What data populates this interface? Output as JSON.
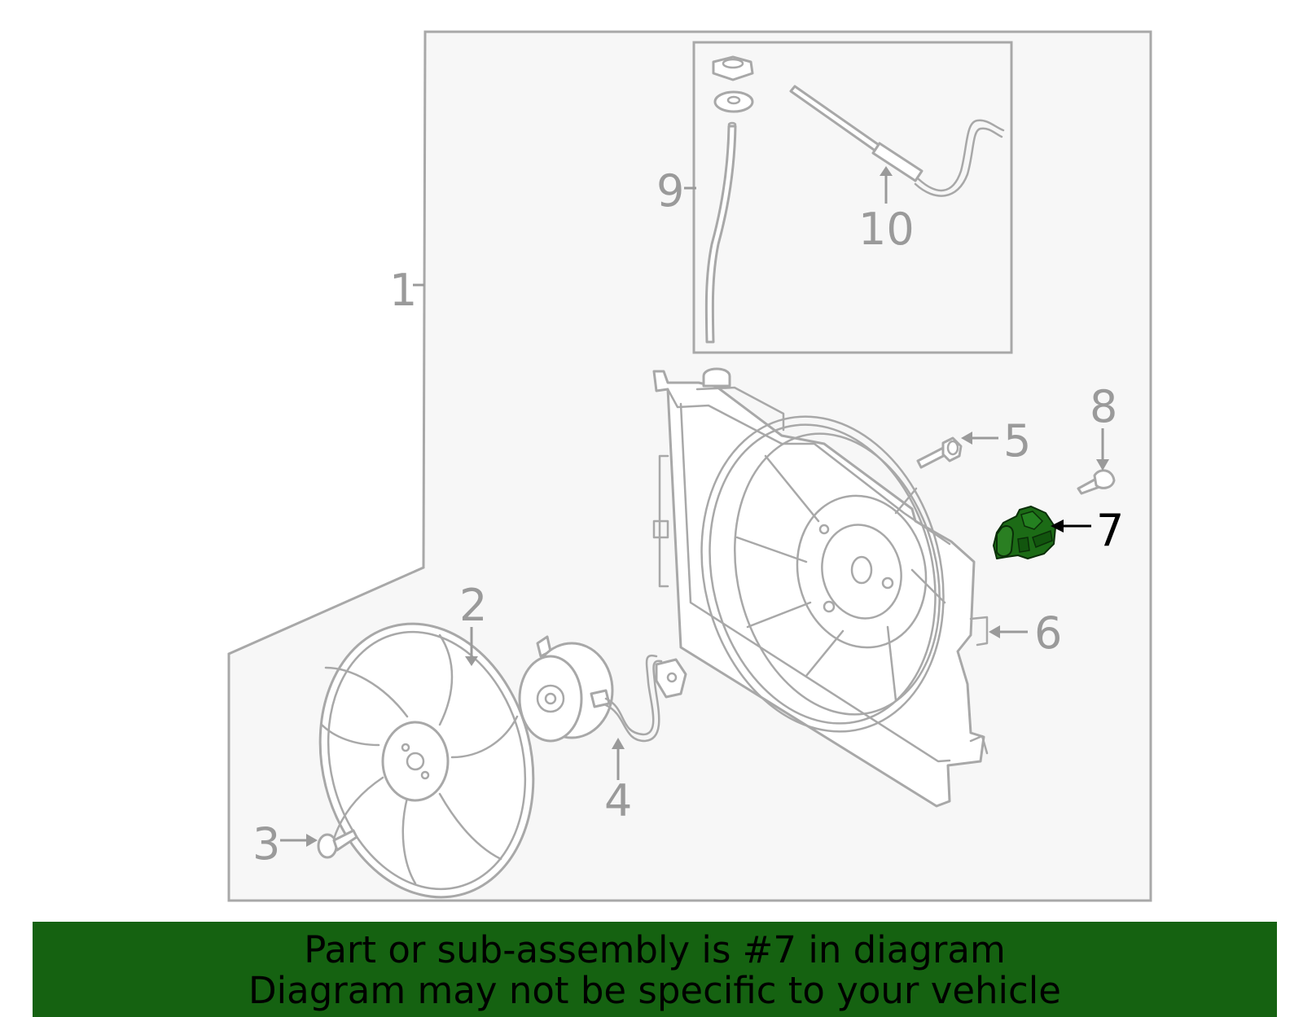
{
  "diagram": {
    "callouts": {
      "c1": "1",
      "c2": "2",
      "c3": "3",
      "c4": "4",
      "c5": "5",
      "c6": "6",
      "c7": "7",
      "c8": "8",
      "c9": "9",
      "c10": "10"
    },
    "highlighted_part": "7",
    "colors": {
      "outline": "#a8a8a8",
      "panel_fill": "#f7f7f7",
      "highlight_part": "#1c6b16",
      "banner_bg": "#156211",
      "banner_text": "#000000"
    }
  },
  "banner": {
    "line1": "Part or sub-assembly is #7 in diagram",
    "line2": "Diagram may not be specific to your vehicle"
  }
}
